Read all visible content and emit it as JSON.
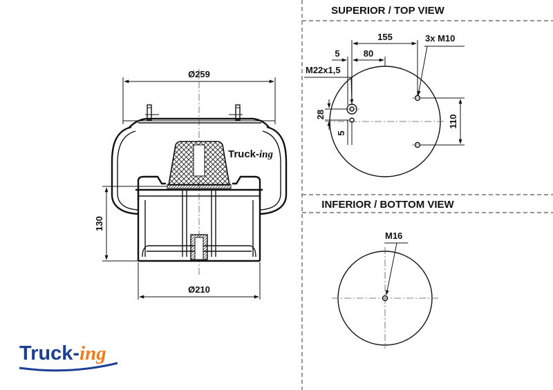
{
  "views": {
    "top_title": "SUPERIOR / TOP VIEW",
    "bottom_title": "INFERIOR / BOTTOM VIEW"
  },
  "side_view": {
    "top_diameter": "Ø259",
    "bottom_diameter": "Ø210",
    "height": "130"
  },
  "top_view": {
    "dim_155": "155",
    "dim_80": "80",
    "dim_5_horizontal": "5",
    "thread_main": "M22x1,5",
    "thread_studs": "3x M10",
    "dim_28": "28",
    "dim_5_vertical": "5",
    "dim_110": "110"
  },
  "bottom_view": {
    "thread": "M16"
  },
  "brand": {
    "name_part1": "Truck-",
    "name_part2": "ing"
  },
  "colors": {
    "brand_blue": "#1b3f93",
    "brand_orange": "#f07c1a",
    "line": "#111111"
  }
}
